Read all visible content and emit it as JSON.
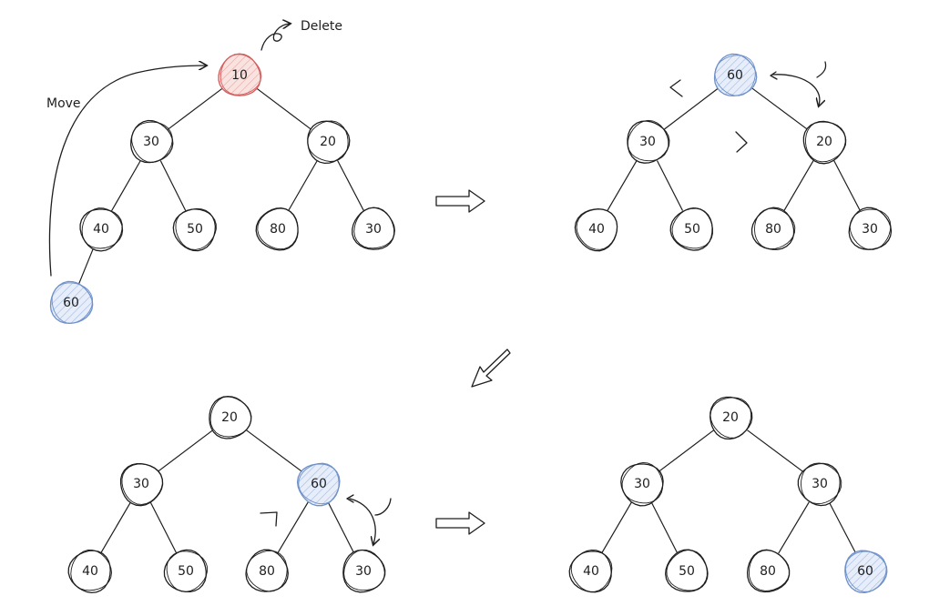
{
  "colors": {
    "ink": "#1e1e1e",
    "highlight_stroke": "#6f91c9",
    "highlight_fill": "#dbe6f7",
    "delete_stroke": "#d35d5d",
    "delete_fill": "#f6d5d2",
    "plain_fill": "#ffffff"
  },
  "annotations": {
    "delete": "Delete",
    "move": "Move"
  },
  "panels": [
    {
      "id": "step-1",
      "nodes": [
        {
          "label": "10",
          "state": "delete"
        },
        {
          "label": "30",
          "state": "plain"
        },
        {
          "label": "20",
          "state": "plain"
        },
        {
          "label": "40",
          "state": "plain"
        },
        {
          "label": "50",
          "state": "plain"
        },
        {
          "label": "80",
          "state": "plain"
        },
        {
          "label": "30",
          "state": "plain"
        },
        {
          "label": "60",
          "state": "highlight"
        }
      ]
    },
    {
      "id": "step-2",
      "nodes": [
        {
          "label": "60",
          "state": "highlight"
        },
        {
          "label": "30",
          "state": "plain"
        },
        {
          "label": "20",
          "state": "plain"
        },
        {
          "label": "40",
          "state": "plain"
        },
        {
          "label": "50",
          "state": "plain"
        },
        {
          "label": "80",
          "state": "plain"
        },
        {
          "label": "30",
          "state": "plain"
        }
      ]
    },
    {
      "id": "step-3",
      "nodes": [
        {
          "label": "20",
          "state": "plain"
        },
        {
          "label": "30",
          "state": "plain"
        },
        {
          "label": "60",
          "state": "highlight"
        },
        {
          "label": "40",
          "state": "plain"
        },
        {
          "label": "50",
          "state": "plain"
        },
        {
          "label": "80",
          "state": "plain"
        },
        {
          "label": "30",
          "state": "plain"
        }
      ]
    },
    {
      "id": "step-4",
      "nodes": [
        {
          "label": "20",
          "state": "plain"
        },
        {
          "label": "30",
          "state": "plain"
        },
        {
          "label": "30",
          "state": "plain"
        },
        {
          "label": "40",
          "state": "plain"
        },
        {
          "label": "50",
          "state": "plain"
        },
        {
          "label": "80",
          "state": "plain"
        },
        {
          "label": "60",
          "state": "highlight"
        }
      ]
    }
  ]
}
